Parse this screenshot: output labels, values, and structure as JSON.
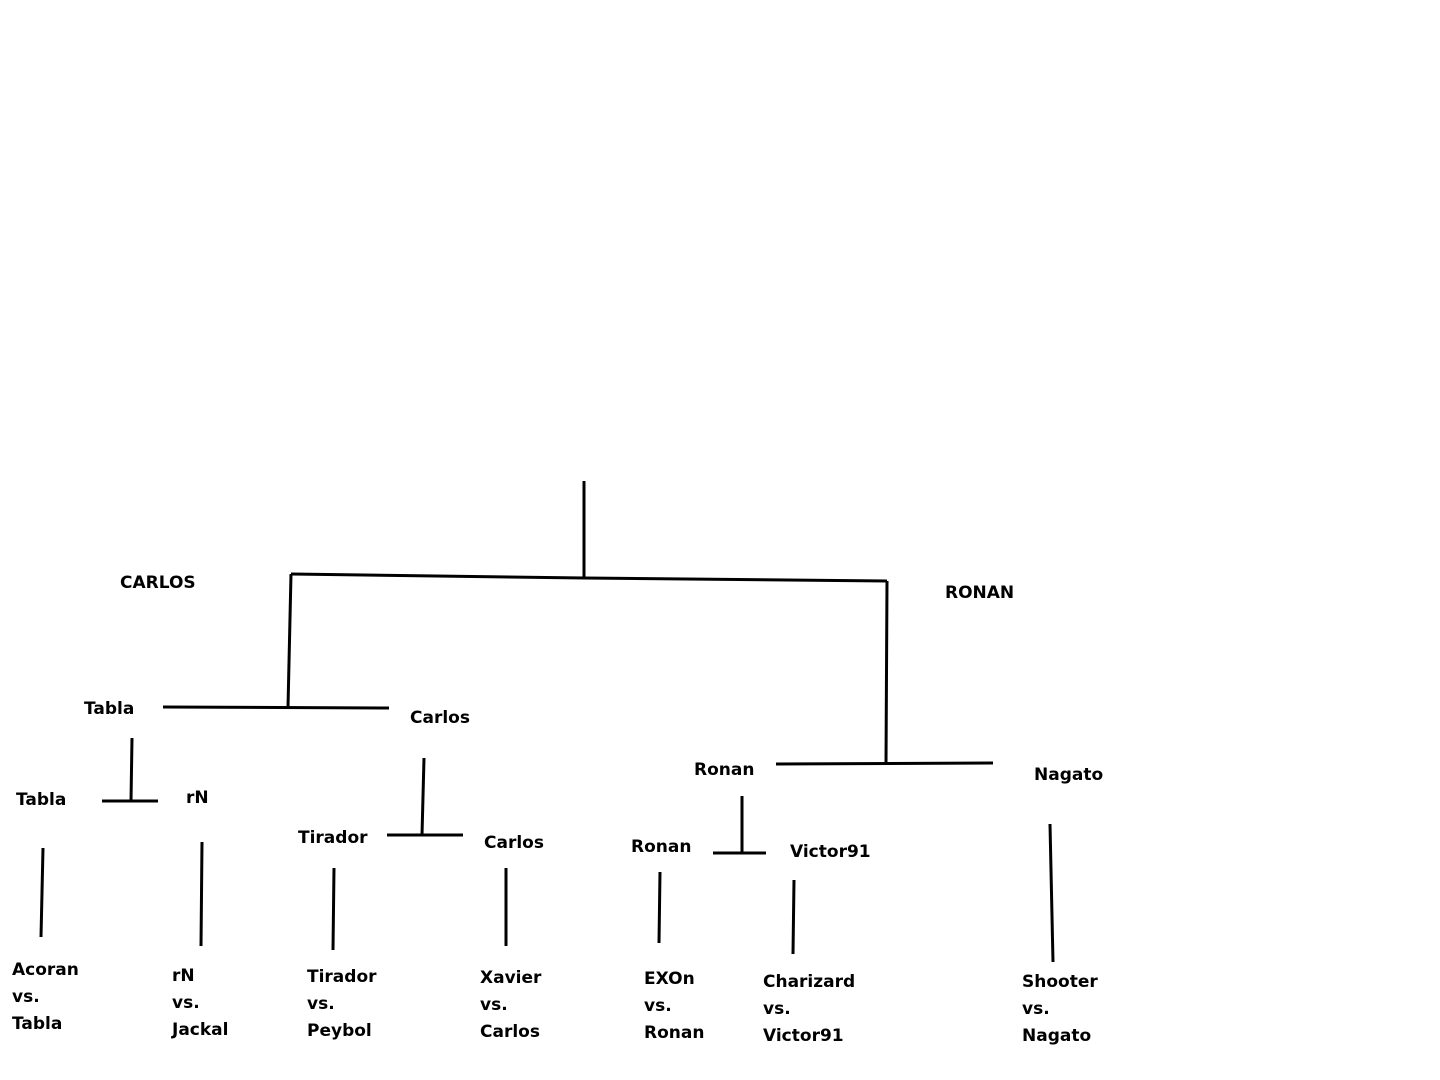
{
  "finalists": {
    "left": "CARLOS",
    "right": "RONAN"
  },
  "semifinal": [
    "Tabla",
    "Carlos",
    "Ronan",
    "Nagato"
  ],
  "quarterfinal": [
    "Tabla",
    "rN",
    "Tirador",
    "Carlos",
    "Ronan",
    "Victor91"
  ],
  "matches": [
    {
      "a": "Acoran",
      "vs": "vs.",
      "b": "Tabla"
    },
    {
      "a": "rN",
      "vs": "vs.",
      "b": "Jackal"
    },
    {
      "a": "Tirador",
      "vs": "vs.",
      "b": "Peybol"
    },
    {
      "a": "Xavier",
      "vs": "vs.",
      "b": "Carlos"
    },
    {
      "a": "EXOn",
      "vs": "vs.",
      "b": "Ronan"
    },
    {
      "a": "Charizard",
      "vs": "vs.",
      "b": "Victor91"
    },
    {
      "a": "Shooter",
      "vs": "vs.",
      "b": "Nagato"
    }
  ]
}
